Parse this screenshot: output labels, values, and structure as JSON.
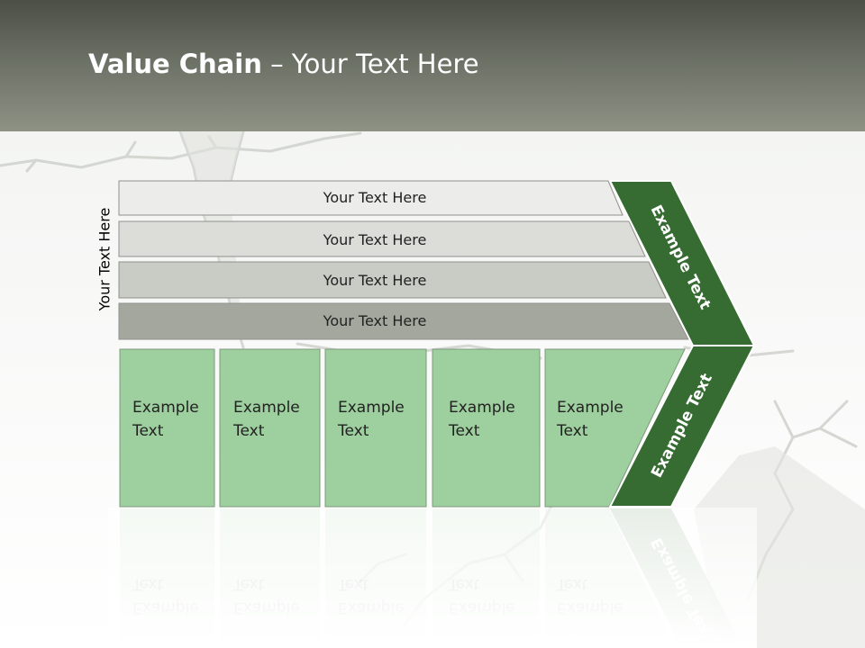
{
  "title": {
    "bold": "Value Chain",
    "rest": " – Your Text Here"
  },
  "side_label": "Your Text Here",
  "bars": [
    {
      "label": "Your Text Here",
      "color": "#ececea"
    },
    {
      "label": "Your Text Here",
      "color": "#dcddd9"
    },
    {
      "label": "Your Text Here",
      "color": "#c9cbc5"
    },
    {
      "label": "Your Text Here",
      "color": "#a4a79e"
    }
  ],
  "boxes": [
    {
      "line1": "Example",
      "line2": "Text"
    },
    {
      "line1": "Example",
      "line2": "Text"
    },
    {
      "line1": "Example",
      "line2": "Text"
    },
    {
      "line1": "Example",
      "line2": "Text"
    },
    {
      "line1": "Example",
      "line2": "Text"
    }
  ],
  "arrow": {
    "upper_label": "Example Text",
    "lower_label": "Example Text",
    "color": "#366b32"
  },
  "box_color": "#9ecf9e",
  "header_color": "#6b7065"
}
